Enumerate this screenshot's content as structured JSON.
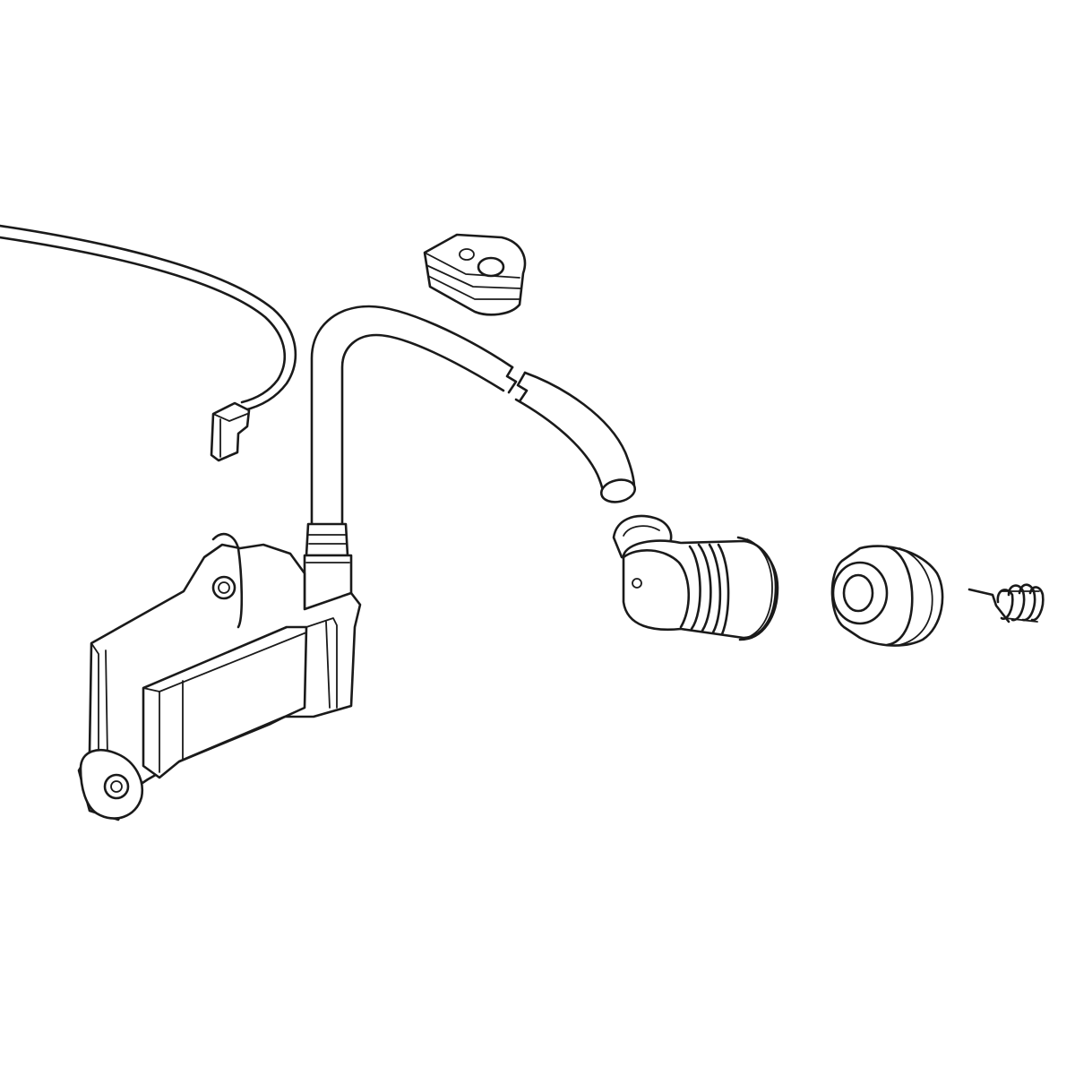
{
  "diagram": {
    "type": "exploded-parts-line-drawing",
    "line_color": "#1a1a1a",
    "background_color": "#ffffff",
    "parts": [
      {
        "id": "kill-wire",
        "icon": "wire-with-spade-terminal-icon"
      },
      {
        "id": "ignition-coil",
        "icon": "ignition-coil-module-icon"
      },
      {
        "id": "ht-lead",
        "icon": "high-tension-lead-icon"
      },
      {
        "id": "grommet",
        "icon": "rubber-grommet-icon"
      },
      {
        "id": "spark-plug-boot",
        "icon": "spark-plug-boot-icon"
      },
      {
        "id": "boot-insert",
        "icon": "boot-insert-icon"
      },
      {
        "id": "contact-spring",
        "icon": "contact-spring-icon"
      }
    ]
  }
}
